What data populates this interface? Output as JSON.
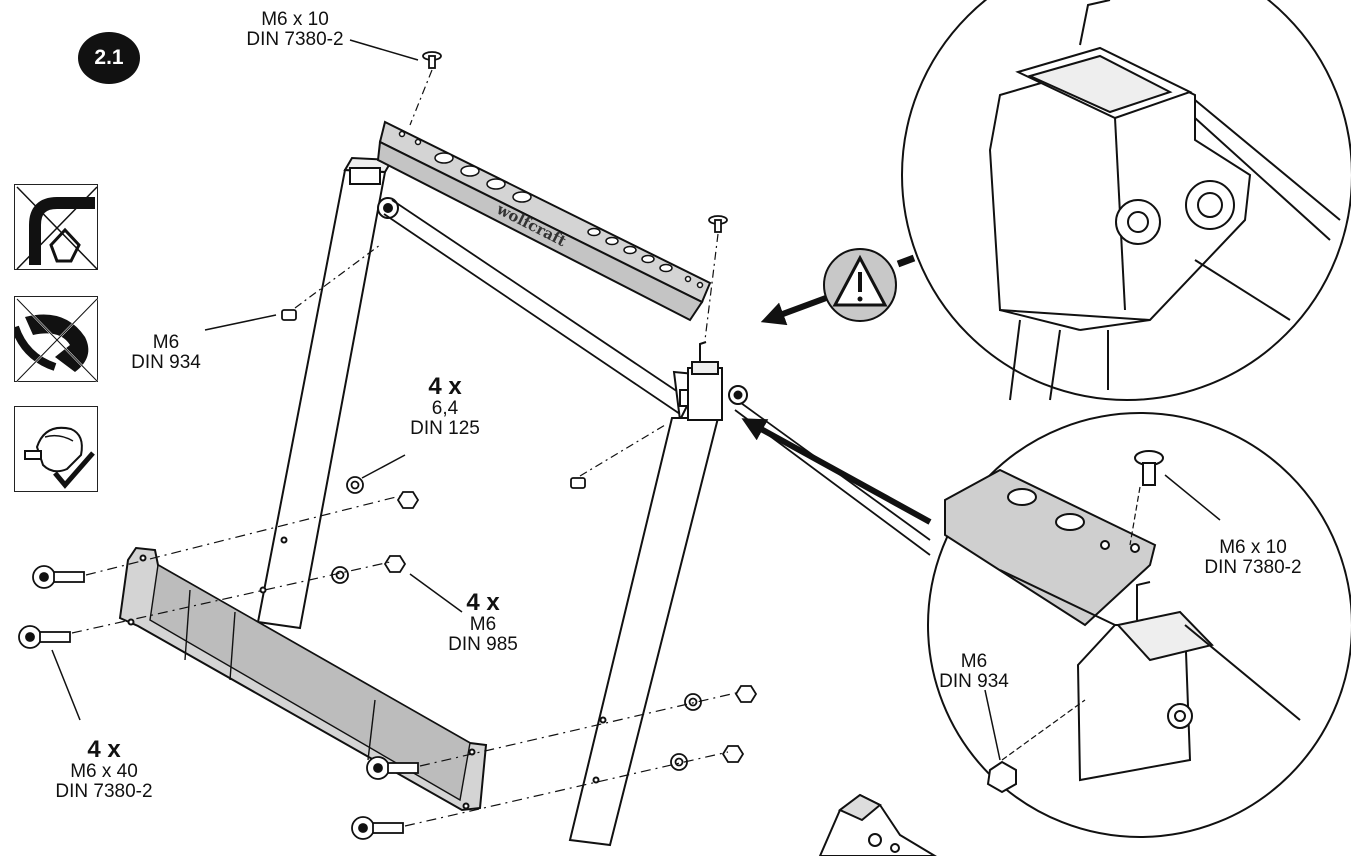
{
  "figure": {
    "step_number": "2.1",
    "brand_text": "wolfcraft",
    "colors": {
      "line": "#111111",
      "part_fill": "#d4d4d4",
      "warning_fill": "#c8c8c8",
      "background": "#ffffff"
    },
    "icons": {
      "panel_1": "no-hex-key-icon",
      "panel_2": "no-wrench-icon",
      "panel_3": "hand-tighten-ok-icon",
      "warning": "warning-triangle-icon"
    }
  },
  "callouts": {
    "top_screw": {
      "line1": "M6 x 10",
      "line2": "DIN 7380-2"
    },
    "left_nut": {
      "line1": "M6",
      "line2": "DIN 934"
    },
    "washer": {
      "qty": "4 x",
      "line1": "6,4",
      "line2": "DIN 125"
    },
    "locknut": {
      "qty": "4 x",
      "line1": "M6",
      "line2": "DIN 985"
    },
    "long_bolt": {
      "qty": "4 x",
      "line1": "M6 x 40",
      "line2": "DIN 7380-2"
    },
    "detail_screw": {
      "line1": "M6 x 10",
      "line2": "DIN 7380-2"
    },
    "detail_nut": {
      "line1": "M6",
      "line2": "DIN 934"
    }
  }
}
